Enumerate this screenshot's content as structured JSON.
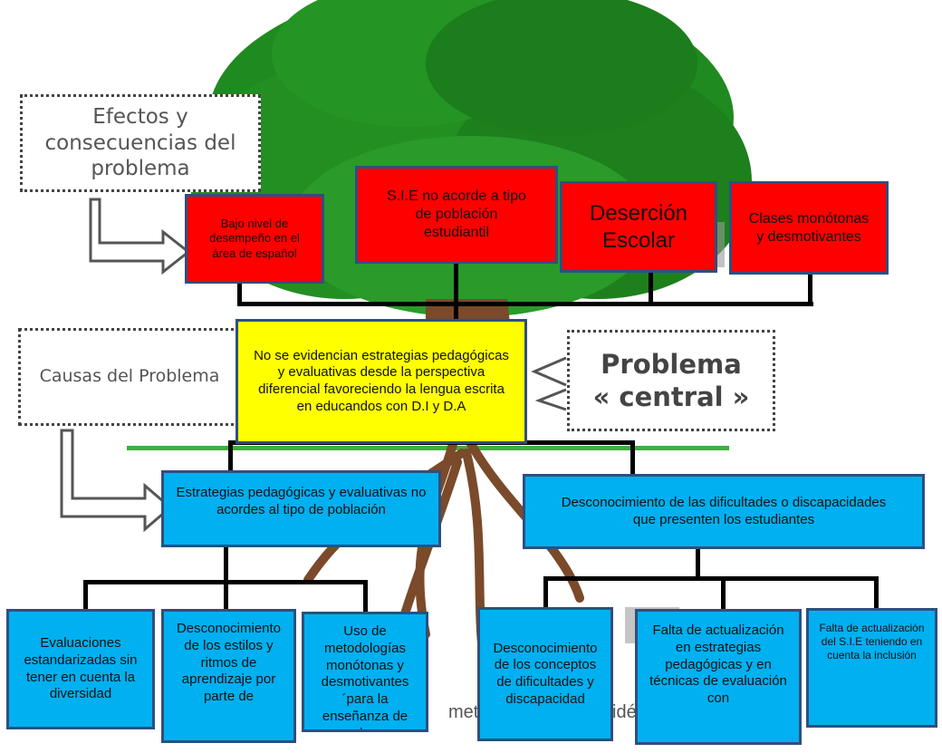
{
  "effects_label": "Efectos y consecuencias del problema",
  "causes_label": "Causas del Problema",
  "central_label": "Problema « central »",
  "effects": [
    "Bajo nivel de desempeño en el área de español",
    "S.I.E no acorde a tipo de población estudiantil",
    "Deserción Escolar",
    "Clases monótonas y desmotivantes"
  ],
  "central_problem": "No se evidencian estrategias pedagógicas y evaluativas desde la perspectiva diferencial favoreciendo la lengua escrita en educandos con D.I y D.A",
  "causes": [
    "Estrategias pedagógicas y evaluativas no acordes al tipo de población",
    "Desconocimiento de las dificultades o discapacidades que presenten los estudiantes"
  ],
  "sub_causes": [
    "Evaluaciones estandarizadas sin tener en cuenta la diversidad",
    "Desconocimiento de los estilos y ritmos de aprendizaje por parte de",
    "Uso de metodologías monótonas y desmotivantes ´para la enseñanza de la",
    "Desconocimiento de los conceptos de dificultades y discapacidad",
    "Falta de actualización en estrategias pedagógicas y en técnicas de evaluación con",
    "Falta de actualización del S.I.E teniendo en cuenta la inclusión"
  ],
  "bg_text": "meto",
  "bg_text_2": "idé",
  "colors": {
    "effect_fill": "#ff0000",
    "central_fill": "#ffff00",
    "cause_fill": "#00b0f0",
    "border": "#2f4f7f",
    "tree_green": "#228b22",
    "trunk_brown": "#7a4a2a"
  }
}
